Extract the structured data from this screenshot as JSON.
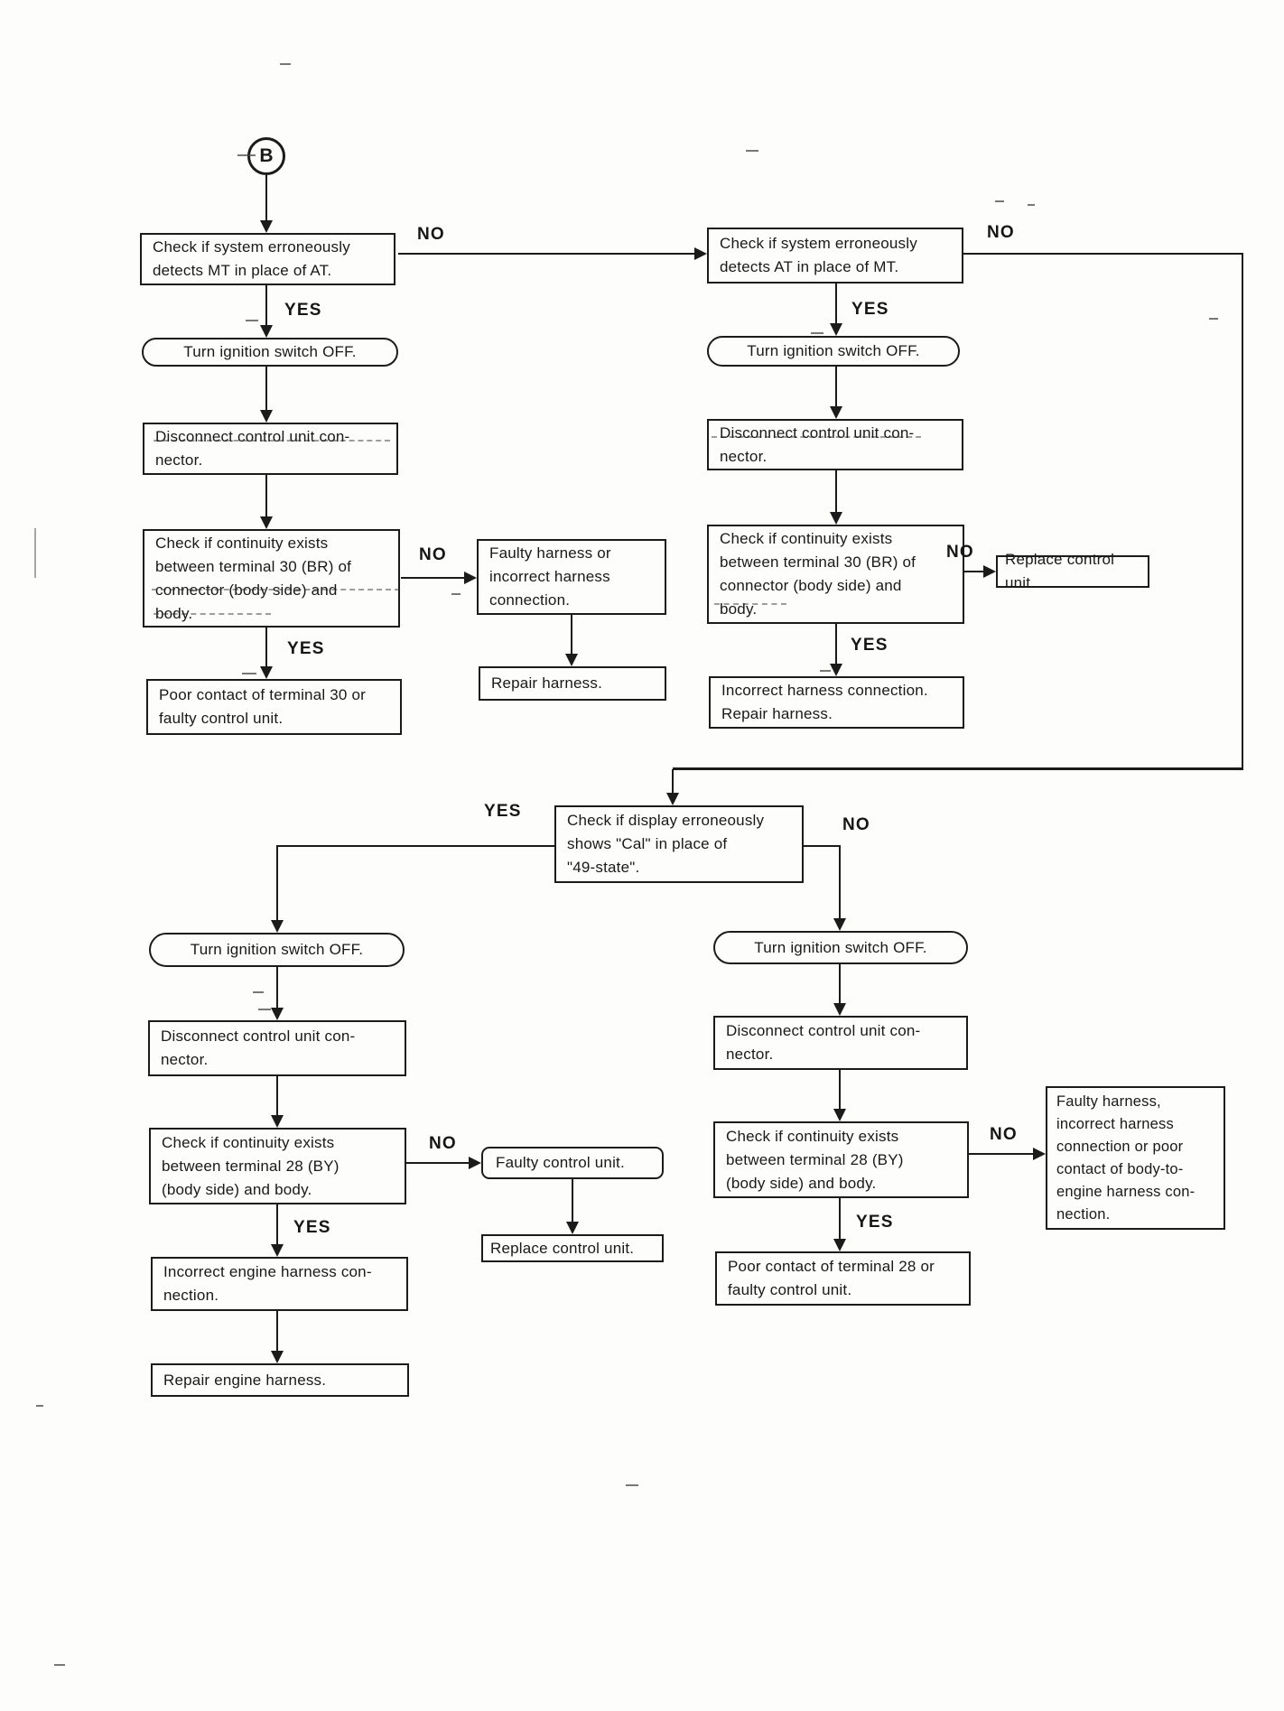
{
  "document": {
    "kind": "scanned diagnostic flowchart",
    "connector_label": "B"
  },
  "labels": {
    "yes": "YES",
    "no": "NO"
  },
  "common": {
    "turn_ignition_off": "Turn ignition switch OFF.",
    "disconnect_cu": "Disconnect control unit con-\nnector.",
    "replace_cu": "Replace control unit.",
    "check_continuity_30": "Check if continuity exists\nbetween terminal 30 (BR) of\nconnector (body side) and\nbody.",
    "check_continuity_28": "Check if continuity exists\nbetween terminal 28 (BY)\n(body side) and body."
  },
  "nodes": {
    "check_mt": "Check if system erroneously\ndetects MT in place of AT.",
    "check_at": "Check if system erroneously\ndetects AT in place of MT.",
    "faulty_harness": "Faulty harness or\nincorrect harness\nconnection.",
    "repair_harness": "Repair harness.",
    "poor_contact_30": "Poor contact of terminal 30 or\nfaulty control unit.",
    "incorrect_harness": "Incorrect harness connection.\nRepair harness.",
    "check_cal": "Check if display erroneously\nshows \"Cal\" in place of\n\"49-state\".",
    "faulty_control_unit": "Faulty control unit.",
    "incorrect_engine_harness": "Incorrect engine harness con-\nnection.",
    "repair_engine_harness": "Repair engine harness.",
    "poor_contact_28": "Poor contact of terminal 28 or\nfaulty control unit.",
    "faulty_harness_poor_contact": "Faulty harness,\nincorrect harness\nconnection or poor\ncontact of body-to-\nengine harness con-\nnection."
  },
  "colors": {
    "ink": "#1b1b1b",
    "paper": "#fdfdfc"
  }
}
